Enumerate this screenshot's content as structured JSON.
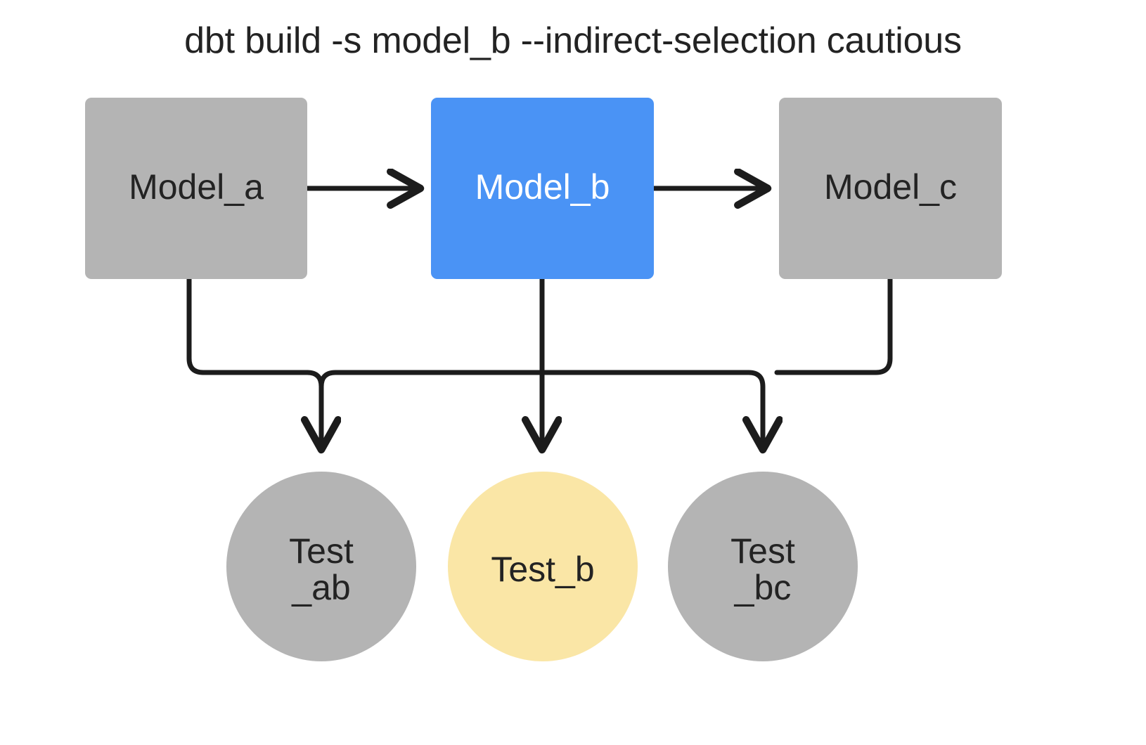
{
  "title": "dbt build -s model_b --indirect-selection cautious",
  "colors": {
    "background": "#ffffff",
    "node_gray": "#b4b4b4",
    "node_blue": "#4a93f5",
    "node_yellow": "#fae6a6",
    "edge": "#1c1c1c",
    "text_dark": "#232323",
    "text_light": "#ffffff"
  },
  "nodes": {
    "models": [
      {
        "id": "model_a",
        "label": "Model_a",
        "shape": "rect",
        "fill": "#b4b4b4",
        "text_color": "#232323"
      },
      {
        "id": "model_b",
        "label": "Model_b",
        "shape": "rect",
        "fill": "#4a93f5",
        "text_color": "#ffffff"
      },
      {
        "id": "model_c",
        "label": "Model_c",
        "shape": "rect",
        "fill": "#b4b4b4",
        "text_color": "#232323"
      }
    ],
    "tests": [
      {
        "id": "test_ab",
        "label": "Test\n_ab",
        "shape": "circle",
        "fill": "#b4b4b4",
        "text_color": "#232323"
      },
      {
        "id": "test_b",
        "label": "Test_b",
        "shape": "circle",
        "fill": "#fae6a6",
        "text_color": "#232323"
      },
      {
        "id": "test_bc",
        "label": "Test\n_bc",
        "shape": "circle",
        "fill": "#b4b4b4",
        "text_color": "#232323"
      }
    ]
  },
  "edges": [
    {
      "from": "model_a",
      "to": "model_b",
      "style": "arrow-right"
    },
    {
      "from": "model_b",
      "to": "model_c",
      "style": "arrow-right"
    },
    {
      "from": "model_a",
      "to": "test_ab",
      "style": "elbow-down"
    },
    {
      "from": "model_b",
      "to": "test_ab",
      "style": "elbow-down"
    },
    {
      "from": "model_b",
      "to": "test_b",
      "style": "straight-down"
    },
    {
      "from": "model_b",
      "to": "test_bc",
      "style": "elbow-down"
    },
    {
      "from": "model_c",
      "to": "test_bc",
      "style": "elbow-down"
    }
  ]
}
